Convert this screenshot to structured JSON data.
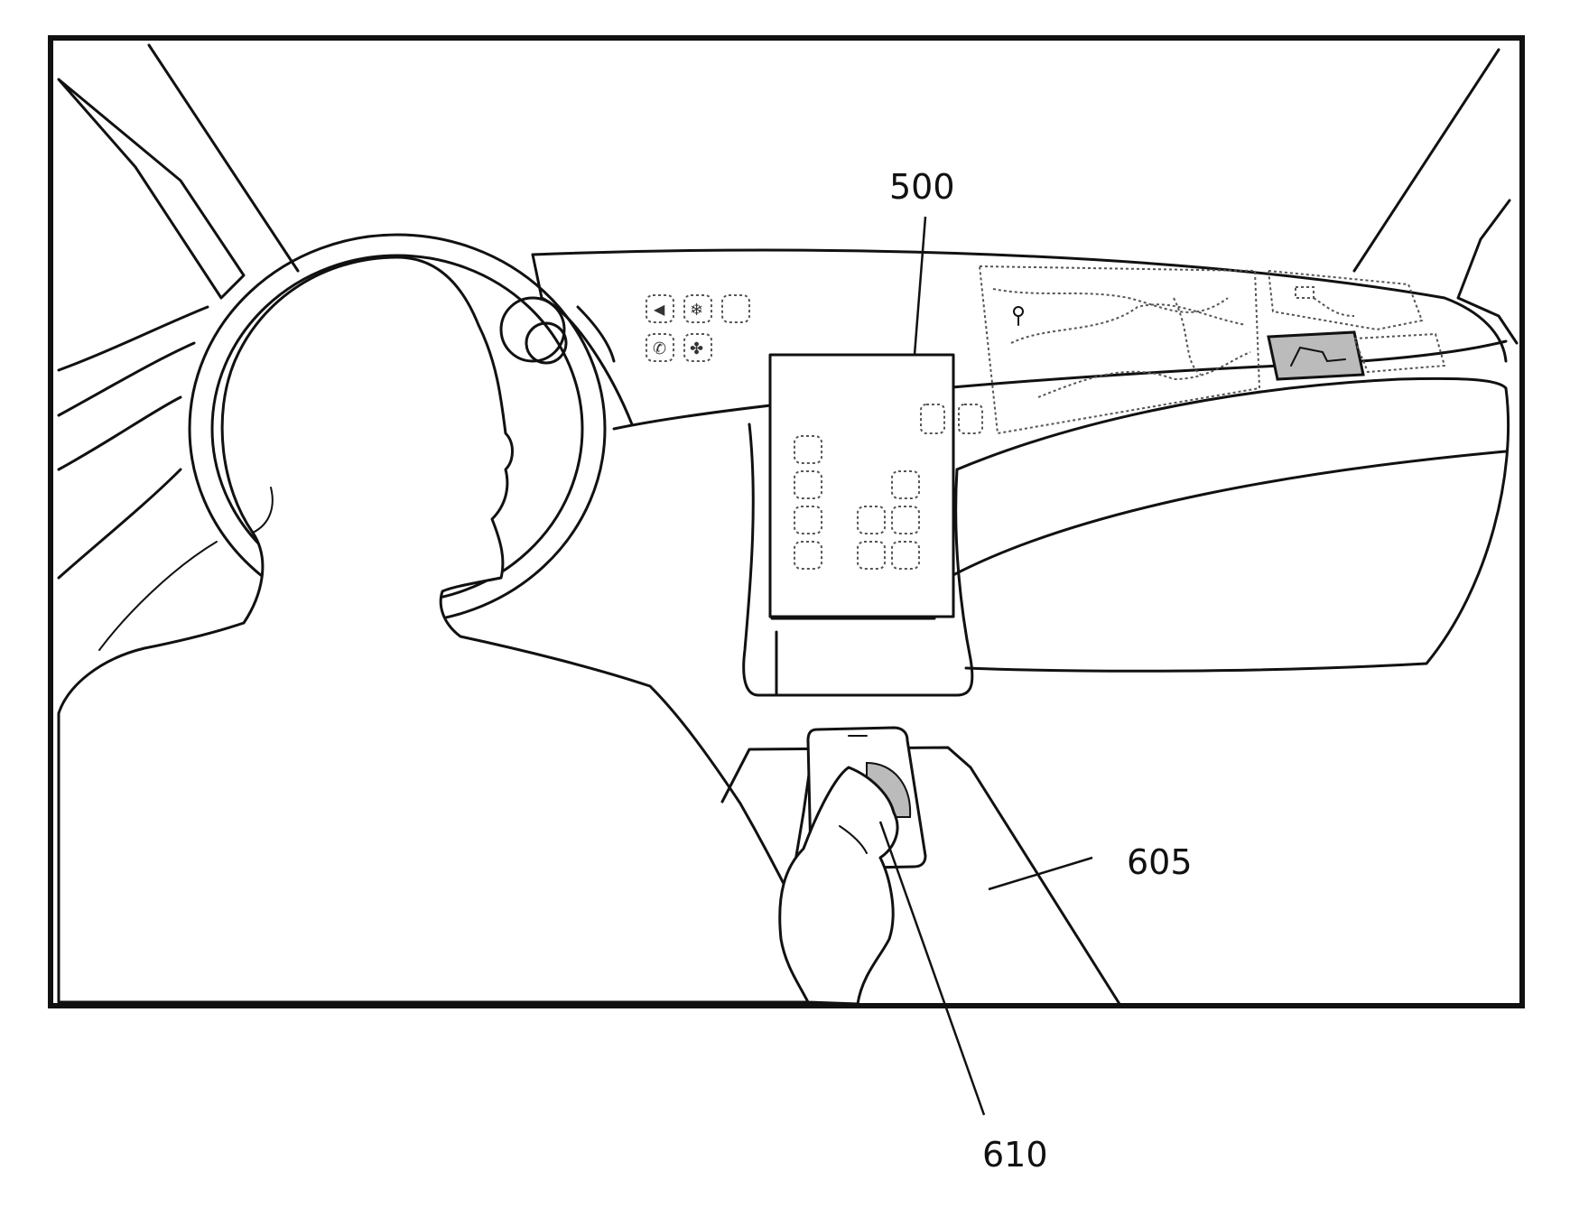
{
  "labels": {
    "display": "500",
    "console_area": "605",
    "handheld_device": "610"
  },
  "colors": {
    "ink": "#111111",
    "paper": "#ffffff",
    "shading": "#bbbbbb"
  }
}
